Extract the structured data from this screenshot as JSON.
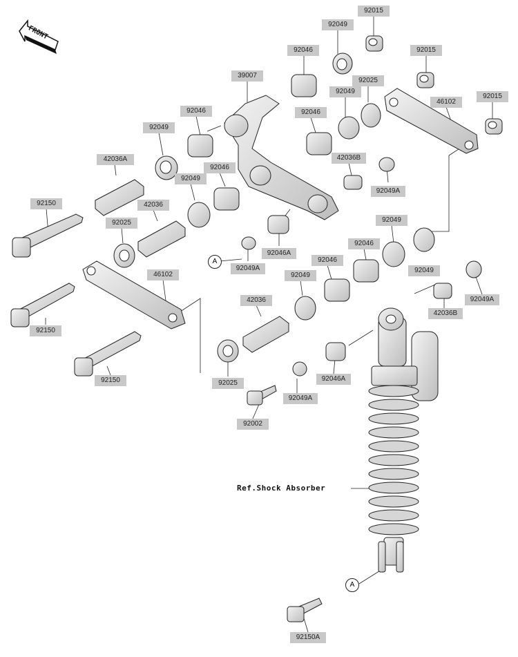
{
  "front_label": "FRONT",
  "callout_letter": "A",
  "ref_label": "Ref.Shock Absorber",
  "part_labels": [
    "92015",
    "92049",
    "92046",
    "92015",
    "39007",
    "92025",
    "92049",
    "92015",
    "92046",
    "46102",
    "92046",
    "92049",
    "42036A",
    "92046",
    "42036B",
    "92049",
    "92049A",
    "92150",
    "42036",
    "92025",
    "92049",
    "92046A",
    "92049A",
    "92049",
    "92046",
    "46102",
    "92046",
    "92049",
    "92049A",
    "42036",
    "42036B",
    "92150",
    "92150",
    "92025",
    "92046A",
    "92049A",
    "92002",
    "92150A"
  ]
}
